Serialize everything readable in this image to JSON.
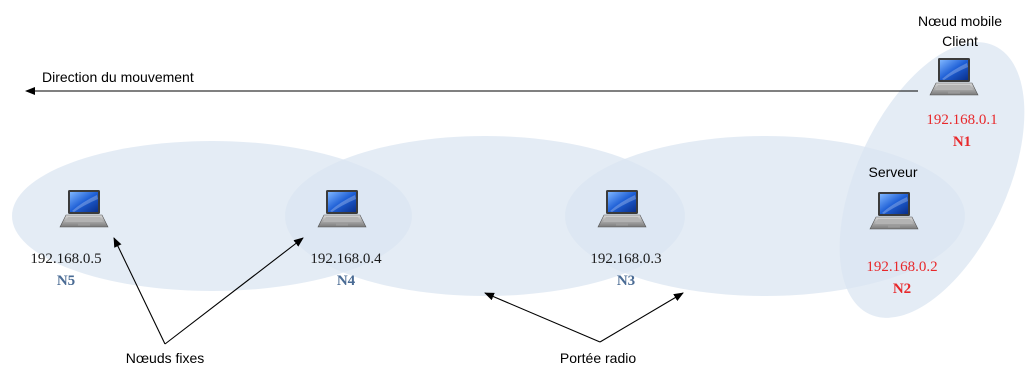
{
  "colors": {
    "range_fill": "#dbe5f1",
    "fixed_node_id": "#4a6b94",
    "mobile_text": "#e8282b",
    "ip_text": "#1a1a1a",
    "arrow": "#000000"
  },
  "mobile_node": {
    "title": "Nœud mobile",
    "subtitle": "Client",
    "ip": "192.168.0.1",
    "id": "N1"
  },
  "server_node": {
    "title": "Serveur",
    "ip": "192.168.0.2",
    "id": "N2"
  },
  "fixed_nodes": [
    {
      "ip": "192.168.0.3",
      "id": "N3"
    },
    {
      "ip": "192.168.0.4",
      "id": "N4"
    },
    {
      "ip": "192.168.0.5",
      "id": "N5"
    }
  ],
  "labels": {
    "direction": "Direction du mouvement",
    "fixed_nodes": "Nœuds fixes",
    "radio_range": "Portée radio"
  },
  "icons": {
    "node": "laptop-icon"
  }
}
